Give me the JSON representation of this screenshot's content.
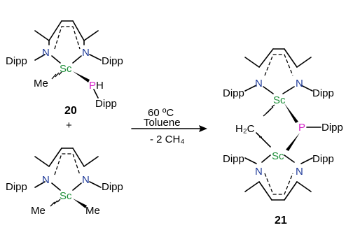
{
  "atoms": {
    "nitrogen": "N",
    "scandium": "Sc",
    "phosphorus": "P",
    "phosphorus_h": "H",
    "aryl": "Dipp",
    "methyl": "Me",
    "ch2": "H₂C"
  },
  "compounds": {
    "first": "20",
    "product": "21"
  },
  "plus": "+",
  "conditions": {
    "temperature": "60 ºC",
    "solvent": "Toluene",
    "byproduct": "- 2 CH₄"
  },
  "colors": {
    "nitrogen": "#1f3b9a",
    "scandium": "#1f8f3a",
    "phosphorus": "#d424c8"
  }
}
